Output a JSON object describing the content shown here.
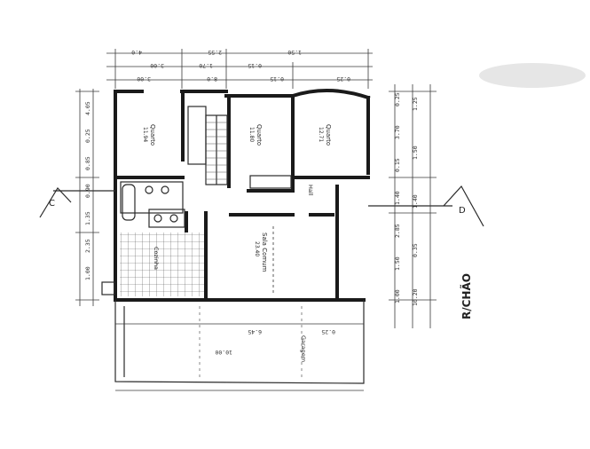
{
  "floor_label": "R/CHÃO",
  "section_marks": {
    "left": "C",
    "right": "D"
  },
  "rooms": [
    {
      "id": "quarto-1",
      "name": "Quarto",
      "area": "11.94"
    },
    {
      "id": "quarto-2",
      "name": "Quarto",
      "area": "11.80"
    },
    {
      "id": "quarto-3",
      "name": "Quarto",
      "area": "12.71"
    },
    {
      "id": "sala",
      "name": "Sala Comum",
      "area": "23.40"
    },
    {
      "id": "cozinha",
      "name": "Cozinha",
      "area": ""
    },
    {
      "id": "hall",
      "name": "Hall",
      "area": ""
    },
    {
      "id": "garagem",
      "name": "Garagem",
      "area": ""
    }
  ],
  "dimensions": {
    "top_row_1": [
      "4.0",
      "2.55",
      "1.50"
    ],
    "top_row_2": [
      "3.00",
      "1.70",
      "0.15"
    ],
    "top_row_3": [
      "3.00",
      "8.0",
      "0.15",
      "0.25"
    ],
    "right_col_1": [
      "0.25",
      "3.70",
      "0.15",
      "1.40",
      "2.85",
      "1.50",
      "1.00"
    ],
    "right_col_2": [
      "1.25",
      "1.50",
      "1.40",
      "0.35",
      "10.20"
    ],
    "left_col": [
      "4.05",
      "0.25",
      "0.85",
      "0.90",
      "1.35",
      "2.35",
      "1.00"
    ],
    "bottom": [
      "6.45",
      "10.00",
      "0.25"
    ]
  }
}
